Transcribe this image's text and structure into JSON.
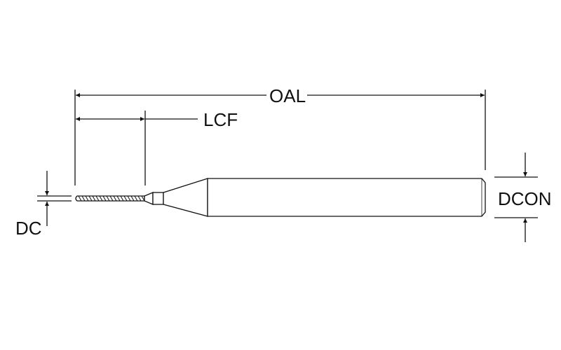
{
  "diagram": {
    "labels": {
      "oal": "OAL",
      "lcf": "LCF",
      "dc": "DC",
      "dcon": "DCON"
    },
    "colors": {
      "line": "#111111",
      "background": "#ffffff"
    }
  }
}
